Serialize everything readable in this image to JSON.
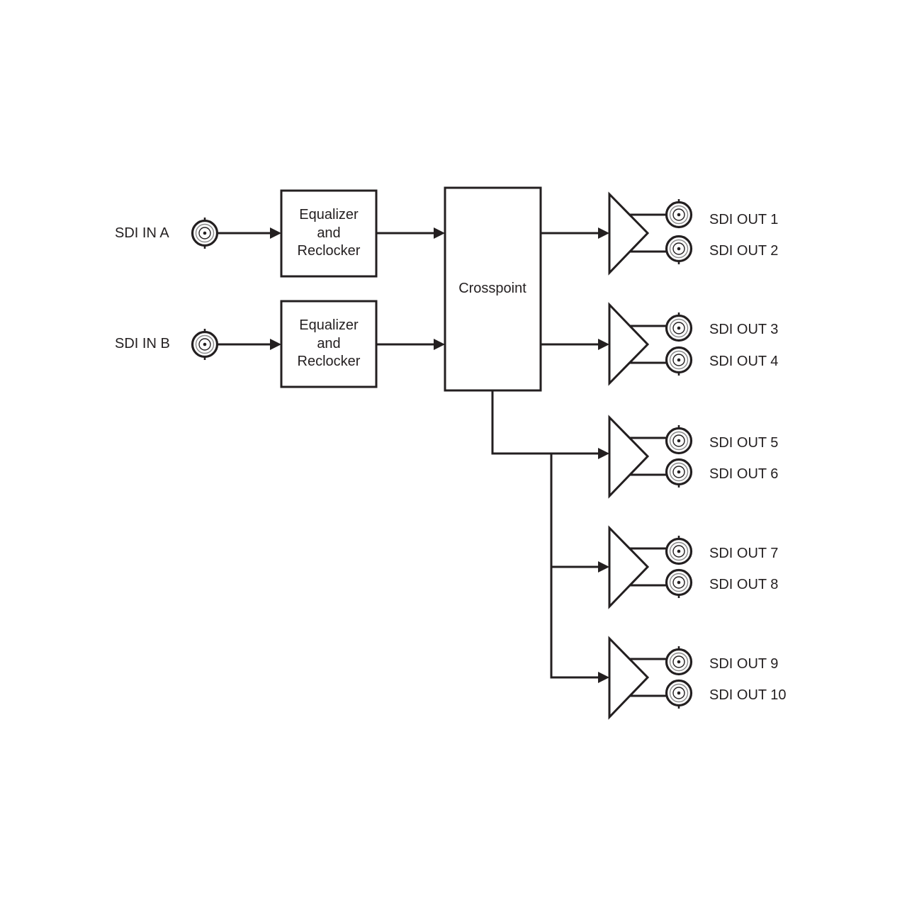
{
  "inputs": [
    {
      "label": "SDI IN A"
    },
    {
      "label": "SDI IN B"
    }
  ],
  "equalizers": [
    {
      "lines": [
        "Equalizer",
        "and",
        "Reclocker"
      ]
    },
    {
      "lines": [
        "Equalizer",
        "and",
        "Reclocker"
      ]
    }
  ],
  "crosspoint": {
    "label": "Crosspoint"
  },
  "outputs": [
    {
      "label": "SDI OUT 1"
    },
    {
      "label": "SDI OUT 2"
    },
    {
      "label": "SDI OUT 3"
    },
    {
      "label": "SDI OUT 4"
    },
    {
      "label": "SDI OUT 5"
    },
    {
      "label": "SDI OUT 6"
    },
    {
      "label": "SDI OUT 7"
    },
    {
      "label": "SDI OUT 8"
    },
    {
      "label": "SDI OUT 9"
    },
    {
      "label": "SDI OUT 10"
    }
  ]
}
